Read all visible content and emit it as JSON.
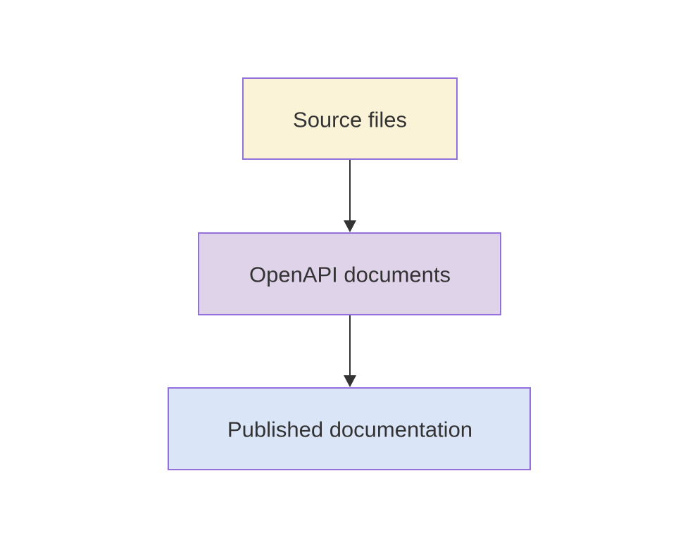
{
  "page": {
    "background": "#ffffff"
  },
  "diagram": {
    "type": "flowchart",
    "direction": "top-down",
    "nodes": [
      {
        "id": "source-files",
        "label": "Source files",
        "fill": "#fbf3d8",
        "border": "#9370db",
        "text_color": "#333333"
      },
      {
        "id": "openapi-documents",
        "label": "OpenAPI documents",
        "fill": "#ded3e9",
        "border": "#9370db",
        "text_color": "#333333"
      },
      {
        "id": "published-documentation",
        "label": "Published documentation",
        "fill": "#dbe5f8",
        "border": "#9370db",
        "text_color": "#333333"
      }
    ],
    "edges": [
      {
        "from": "source-files",
        "to": "openapi-documents"
      },
      {
        "from": "openapi-documents",
        "to": "published-documentation"
      }
    ],
    "edge_color": "#333333"
  }
}
